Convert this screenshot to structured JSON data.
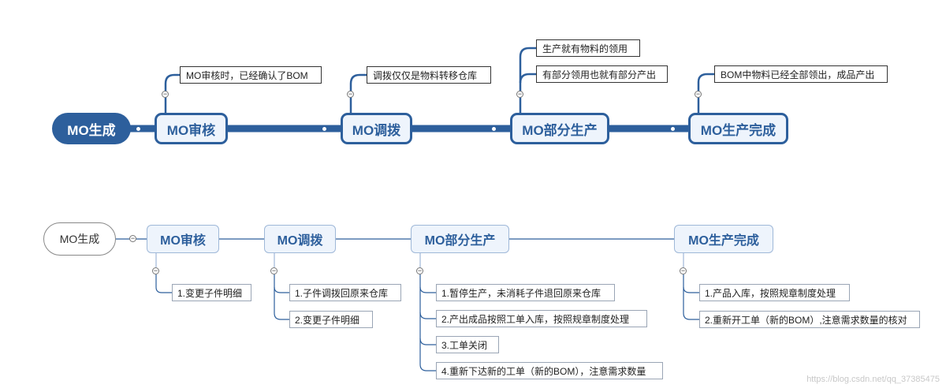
{
  "top_map": {
    "root": "MO生成",
    "topics": [
      {
        "label": "MO审核",
        "notes": [
          "MO审核时，已经确认了BOM"
        ]
      },
      {
        "label": "MO调拨",
        "notes": [
          "调拨仅仅是物料转移仓库"
        ]
      },
      {
        "label": "MO部分生产",
        "notes": [
          "生产就有物料的领用",
          "有部分领用也就有部分产出"
        ]
      },
      {
        "label": "MO生产完成",
        "notes": [
          "BOM中物料已经全部领出，成品产出"
        ]
      }
    ]
  },
  "bottom_map": {
    "root": "MO生成",
    "topics": [
      {
        "label": "MO审核",
        "items": [
          "1.变更子件明细"
        ]
      },
      {
        "label": "MO调拨",
        "items": [
          "1.子件调拨回原来仓库",
          "2.变更子件明细"
        ]
      },
      {
        "label": "MO部分生产",
        "items": [
          "1.暂停生产，未消耗子件退回原来仓库",
          "2.产出成品按照工单入库，按照规章制度处理",
          "3.工单关闭",
          "4.重新下达新的工单（新的BOM），注意需求数量"
        ]
      },
      {
        "label": "MO生产完成",
        "items": [
          "1.产品入库，按照规章制度处理",
          "2.重新开工单（新的BOM）,注意需求数量的核对"
        ]
      }
    ]
  },
  "collapse_symbol": "−",
  "watermark": "https://blog.csdn.net/qq_37385475",
  "colors": {
    "primary": "#2d5f9c",
    "topic_fill": "#eef4fc"
  }
}
